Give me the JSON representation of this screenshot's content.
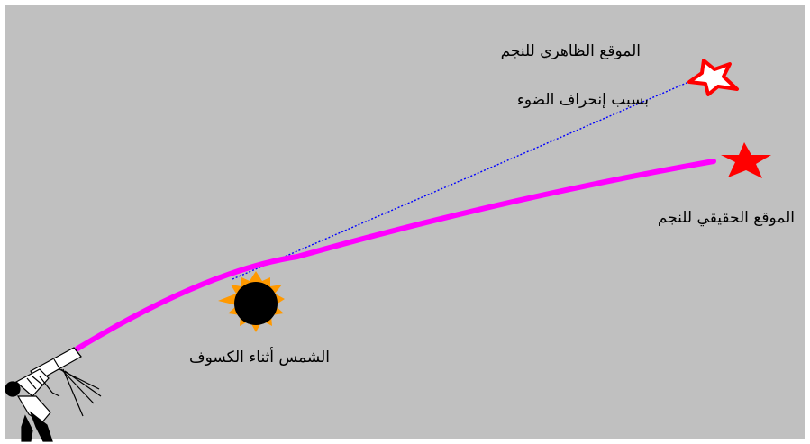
{
  "labels": {
    "apparent_position_line1": "الموقع الظاهري للنجم",
    "apparent_position_line2": "بسبب إنحراف الضوء",
    "true_position": "الموقع الحقيقي للنجم",
    "sun_eclipse": "الشمس أثناء الكسوف"
  },
  "colors": {
    "background": "#c0c0c0",
    "light_path": "#ff00ff",
    "sight_line": "#0000ff",
    "star": "#ff0000",
    "sun_corona": "#ff9900",
    "moon_disk": "#000000"
  },
  "icons": {
    "apparent_star": "outlined-star-icon",
    "true_star": "filled-star-icon",
    "sun": "eclipsed-sun-icon",
    "observer": "telescope-observer-icon"
  }
}
